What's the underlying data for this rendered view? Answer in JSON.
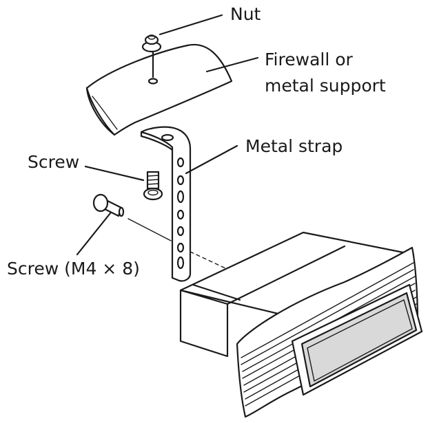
{
  "labels": {
    "nut": "Nut",
    "firewall_line1": "Firewall or",
    "firewall_line2": "metal support",
    "metal_strap": "Metal strap",
    "screw": "Screw",
    "screw_m4": "Screw (M4 × 8)"
  }
}
